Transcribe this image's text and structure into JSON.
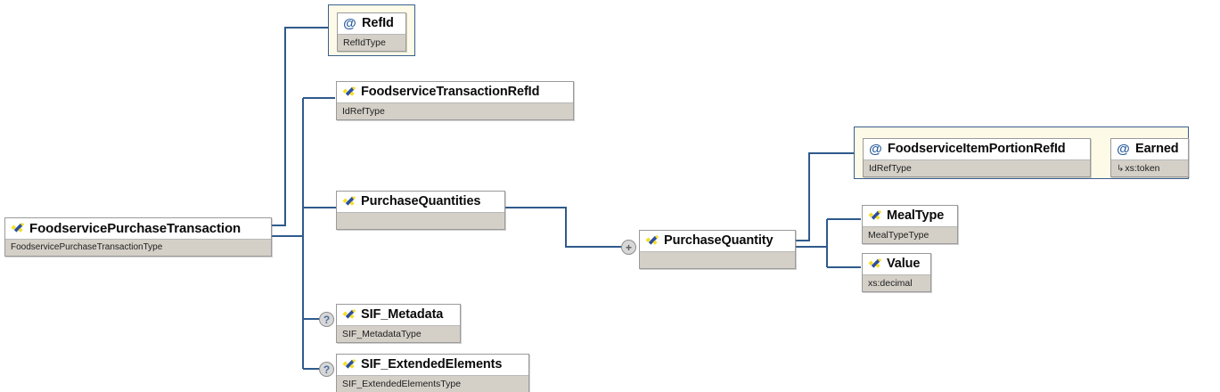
{
  "diagram": {
    "kind": "xsd-schema-tree",
    "root_label": "FoodservicePurchaseTransaction",
    "line_color": "#2f5a8c",
    "attr_group_fill": "#fdfbe7",
    "node_type_fill": "#d4d0c8"
  },
  "nodes": {
    "root": {
      "label": "FoodservicePurchaseTransaction",
      "type": "FoodservicePurchaseTransactionType",
      "icon": "element-icon"
    },
    "ref_id": {
      "label": "RefId",
      "type": "RefIdType",
      "icon": "attribute-at-icon"
    },
    "foodservice_transaction_ref_id": {
      "label": "FoodserviceTransactionRefId",
      "type": "IdRefType",
      "icon": "element-icon"
    },
    "purchase_quantities": {
      "label": "PurchaseQuantities",
      "type": "",
      "icon": "element-icon"
    },
    "purchase_quantity": {
      "label": "PurchaseQuantity",
      "type": "",
      "icon": "element-icon",
      "expander": "+"
    },
    "foodservice_item_portion_ref_id": {
      "label": "FoodserviceItemPortionRefId",
      "type": "IdRefType",
      "icon": "attribute-at-icon"
    },
    "earned": {
      "label": "Earned",
      "type": "xs:token",
      "type_prefix": "↳",
      "icon": "attribute-at-icon"
    },
    "meal_type": {
      "label": "MealType",
      "type": "MealTypeType",
      "icon": "element-icon"
    },
    "value": {
      "label": "Value",
      "type": "xs:decimal",
      "icon": "element-icon"
    },
    "sif_metadata": {
      "label": "SIF_Metadata",
      "type": "SIF_MetadataType",
      "icon": "element-icon",
      "occurrence": "?"
    },
    "sif_extended_elements": {
      "label": "SIF_ExtendedElements",
      "type": "SIF_ExtendedElementsType",
      "icon": "element-icon",
      "occurrence": "?"
    }
  }
}
